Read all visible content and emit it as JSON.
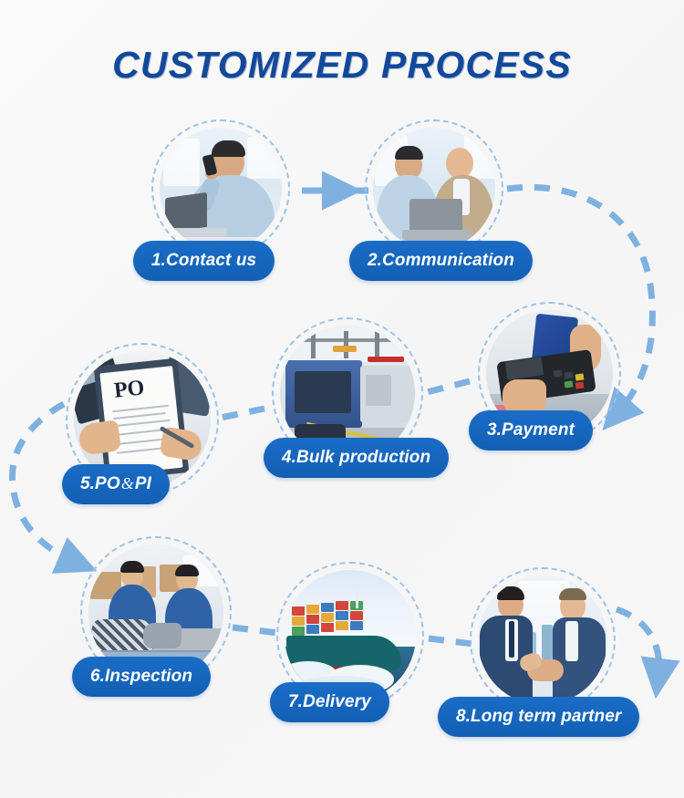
{
  "page": {
    "title": "CUSTOMIZED PROCESS",
    "background_color": "#f7f7f7",
    "title_color": "#12499a",
    "pill_color": "#1565bf",
    "dash_color": "#9cc4e8",
    "arrow_color": "#7fb1e0"
  },
  "steps": [
    {
      "number": "1",
      "label": "1.Contact us",
      "image_name": "man-on-phone-with-laptop",
      "row": 1,
      "order": 1
    },
    {
      "number": "2",
      "label": "2.Communication",
      "image_name": "two-colleagues-at-laptop",
      "row": 1,
      "order": 2
    },
    {
      "number": "3",
      "label": "3.Payment",
      "image_name": "hand-holding-card-and-pos-terminal",
      "row": 2,
      "order": 1
    },
    {
      "number": "4",
      "label": "4.Bulk production",
      "image_name": "factory-injection-molding-machines",
      "row": 2,
      "order": 2
    },
    {
      "number": "5",
      "label_prefix": "5.PO",
      "label_amp": "&",
      "label_suffix": "PI",
      "label": "5.PO&PI",
      "image_name": "hands-signing-po-document-clipboard",
      "row": 2,
      "order": 3
    },
    {
      "number": "6",
      "label": "6.Inspection",
      "image_name": "workers-inspecting-products-in-factory",
      "row": 3,
      "order": 1
    },
    {
      "number": "7",
      "label": "7.Delivery",
      "image_name": "container-cargo-ship-at-sea",
      "row": 3,
      "order": 2
    },
    {
      "number": "8",
      "label": "8.Long term partner",
      "image_name": "two-businessmen-handshake",
      "row": 3,
      "order": 3
    }
  ],
  "connectors": [
    {
      "name": "arrow-step1-to-step2",
      "style": "solid",
      "direction": "right"
    },
    {
      "name": "arrow-step2-to-step3",
      "style": "dashed-curve",
      "direction": "right-down"
    },
    {
      "name": "line-step3-to-step4",
      "style": "dashed",
      "direction": "left"
    },
    {
      "name": "line-step4-to-step5",
      "style": "dashed",
      "direction": "left"
    },
    {
      "name": "arrow-step5-to-step6",
      "style": "dashed-curve",
      "direction": "left-down"
    },
    {
      "name": "line-step6-to-step7",
      "style": "dashed",
      "direction": "right"
    },
    {
      "name": "line-step7-to-step8",
      "style": "dashed",
      "direction": "right"
    },
    {
      "name": "arrow-step8-end",
      "style": "dashed-curve",
      "direction": "right-down"
    }
  ]
}
